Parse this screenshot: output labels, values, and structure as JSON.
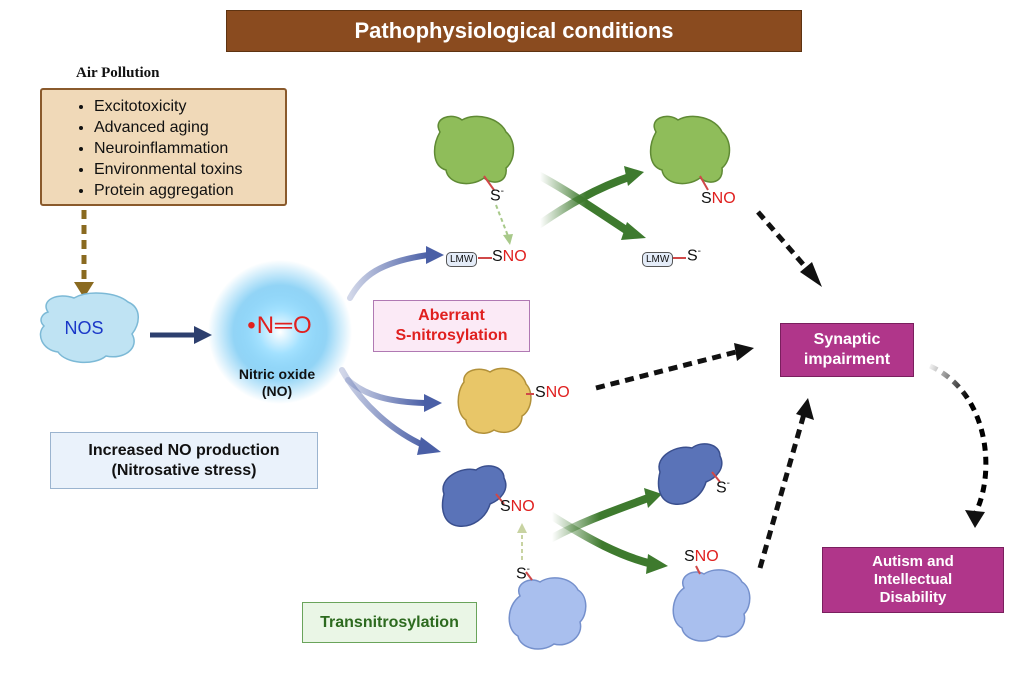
{
  "title": "Pathophysiological conditions",
  "air_pollution": {
    "heading": "Air Pollution",
    "conditions": [
      "Excitotoxicity",
      "Advanced aging",
      "Neuroinflammation",
      "Environmental toxins",
      "Protein aggregation"
    ]
  },
  "nos": {
    "label": "NOS"
  },
  "nitric_oxide": {
    "formula": "•N═O",
    "caption_line1": "Nitric oxide",
    "caption_line2": "(NO)"
  },
  "no_production": {
    "line1": "Increased NO production",
    "line2": "(Nitrosative stress)"
  },
  "aberrant": {
    "line1": "Aberrant",
    "line2": "S-nitrosylation"
  },
  "transnitrosylation": {
    "label": "Transnitrosylation"
  },
  "synaptic": {
    "line1": "Synaptic",
    "line2": "impairment"
  },
  "autism": {
    "line1": "Autism and",
    "line2": "Intellectual",
    "line3": "Disability"
  },
  "labels": {
    "s": "S",
    "no": "NO",
    "minus": "-",
    "lmw": "LMW"
  },
  "colors": {
    "title_bar": "#8a4b1f",
    "conditions_box": "#f0d9b8",
    "no_red": "#e0201f",
    "nos_blue": "#1a37c8",
    "arrow_blue": "#4a5fa6",
    "arrow_green": "#3e7a2e",
    "arrow_olive": "#8a6a20",
    "magenta": "#b0368a",
    "protein_green": "#8fbd5a",
    "protein_yellow": "#e8c668",
    "protein_darkblue": "#5a73b8",
    "protein_lightblue": "#a9bfee"
  }
}
